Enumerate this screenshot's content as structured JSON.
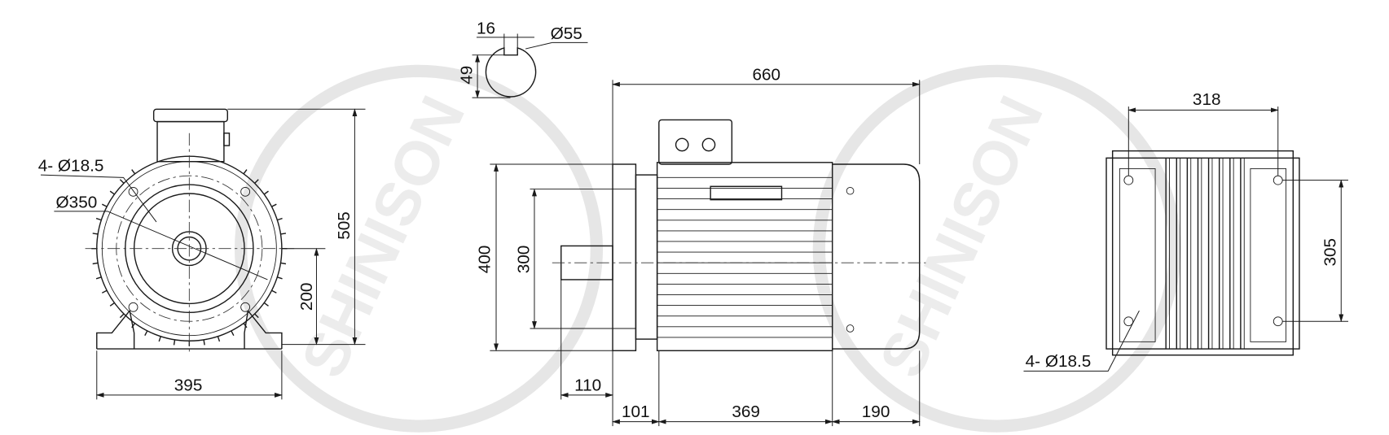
{
  "watermark": {
    "text": "SHINISON"
  },
  "front_view": {
    "hole_label": "4- Ø18.5",
    "pcd_label": "Ø350",
    "height_label": "505",
    "shaft_height_label": "200",
    "foot_width_label": "395"
  },
  "shaft_detail": {
    "key_width_label": "16",
    "diameter_label": "Ø55",
    "key_depth_label": "49"
  },
  "side_view": {
    "total_length_label": "660",
    "flange_label": "400",
    "spigot_label": "300",
    "shaft_length_label": "110",
    "dim_101": "101",
    "dim_369": "369",
    "dim_190": "190"
  },
  "bottom_view": {
    "width_label": "318",
    "length_label": "305",
    "hole_label": "4- Ø18.5"
  }
}
